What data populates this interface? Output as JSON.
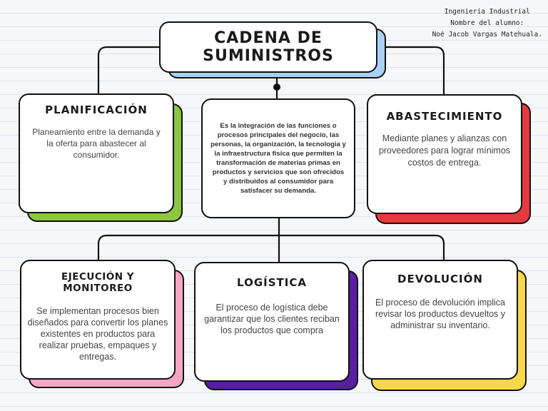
{
  "header": {
    "program": "Ingenieria Industrial",
    "student_label": "Nombre del alumno:",
    "student_name": "Noé Jacob Vargas Matehuala."
  },
  "title": "CADENA DE SUMINISTROS",
  "definition": "Es la integración de las funciones o procesos principales del negocio, las personas, la organización, la tecnologia y la infraestructura fisica que permiten la transformación de materias primas en productos y servicios que son ofrecidos y distribuidos al consumidor para satisfacer su demanda.",
  "cards": {
    "planificacion": {
      "title": "PLANIFICACIÓN",
      "body": "Planeamiento entre la demanda y la oferta para abastecer al consumidor.",
      "color": "#8dc63f"
    },
    "abastecimiento": {
      "title": "ABASTECIMIENTO",
      "body": "Mediante planes y alianzas con proveedores para lograr mínimos costos de entrega.",
      "color": "#e53a3f"
    },
    "ejecucion": {
      "title": "EJECUCIÓN Y MONITOREO",
      "body": "Se implementan procesos bien diseñados para convertir los planes existentes en productos para realizar pruebas, empaques y entregas.",
      "color": "#f4a6c2"
    },
    "logistica": {
      "title": "LOGÍSTICA",
      "body": "El proceso de logística debe garantizar que los clientes reciban los productos que compra",
      "color": "#5a1fa0"
    },
    "devolucion": {
      "title": "DEVOLUCIÓN",
      "body": "El proceso de devolución implica revisar los productos devueltos y administrar su inventario.",
      "color": "#f7d84b"
    }
  },
  "colors": {
    "title_shadow": "#a9d1f7",
    "line": "#111111"
  }
}
